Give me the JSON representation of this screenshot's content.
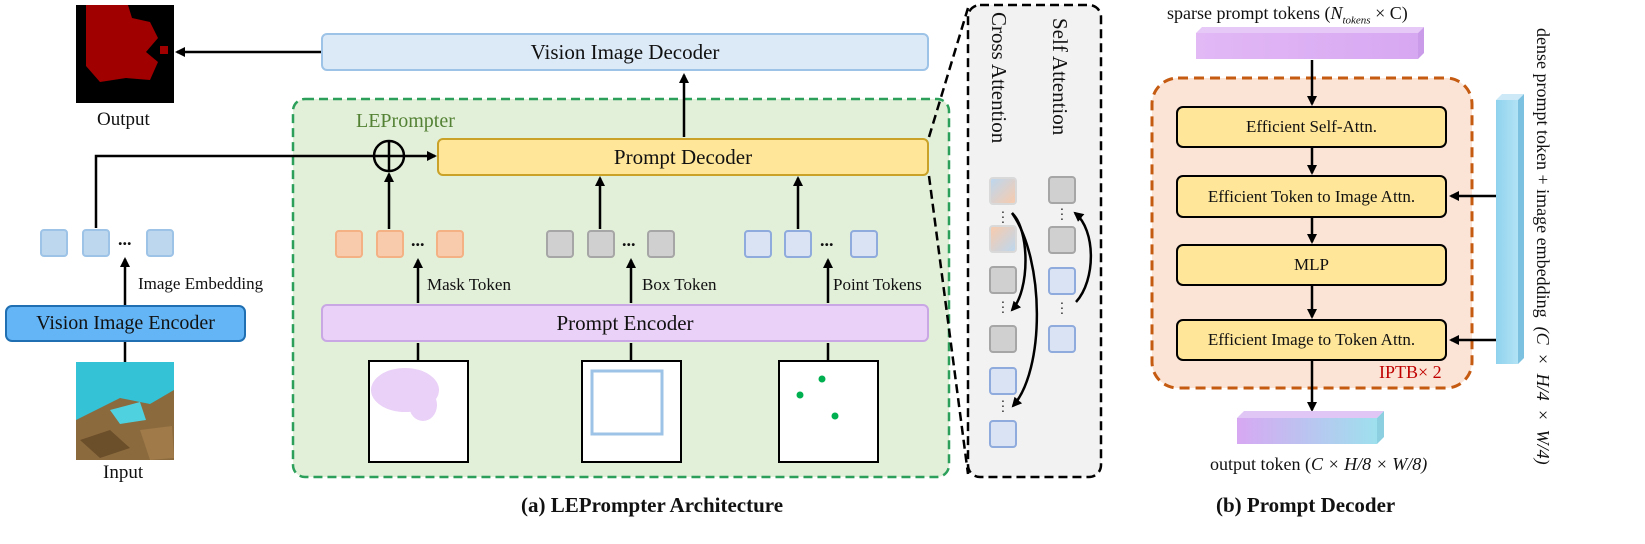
{
  "left": {
    "output_label": "Output",
    "input_label": "Input",
    "vision_encoder_label": "Vision Image Encoder",
    "image_embedding_label": "Image Embedding",
    "ellipsis": "..."
  },
  "main": {
    "vision_decoder_label": "Vision Image Decoder",
    "leprompter_label": "LEPrompter",
    "prompt_decoder_label": "Prompt Decoder",
    "prompt_encoder_label": "Prompt Encoder",
    "mask_token_label": "Mask Token",
    "box_token_label": "Box Token",
    "point_tokens_label": "Point Tokens",
    "caption_a": "(a) LEPrompter Architecture"
  },
  "attention": {
    "cross_label": "Cross Attention",
    "self_label": "Self Attention"
  },
  "decoder_b": {
    "sparse_label": "sparse prompt tokens (",
    "sparse_var_main": "N",
    "sparse_var_sub": "tokens",
    "sparse_tail": " × C)",
    "dense_label": "dense prompt token + image embedding",
    "dense_math": "(C × H/4 × W/4)",
    "block_1": "Efficient Self-Attn.",
    "block_2": "Efficient Token to Image Attn.",
    "block_3": "MLP",
    "block_4": "Efficient Image to Token Attn.",
    "iptb_label": "IPTB× 2",
    "output_label": "output token (",
    "output_math": "C × H/8 × W/8)",
    "caption_b": "(b) Prompt Decoder"
  },
  "colors": {
    "leprompter_fill": "#e2efd9",
    "leprompter_border": "#2ca05a",
    "prompt_decoder_fill": "#ffe699",
    "prompt_decoder_border": "#c9a227",
    "prompt_encoder_fill": "#ead1f7",
    "vision_decoder_fill": "#dce9f7",
    "vision_encoder_fill": "#64b5f6",
    "iptb_fill": "#fbe4d5",
    "iptb_border": "#c55a11",
    "mask_token": "#f8cbad",
    "box_token": "#d0d0d0",
    "point_token": "#dae3f3",
    "image_token": "#bdd7ee"
  }
}
